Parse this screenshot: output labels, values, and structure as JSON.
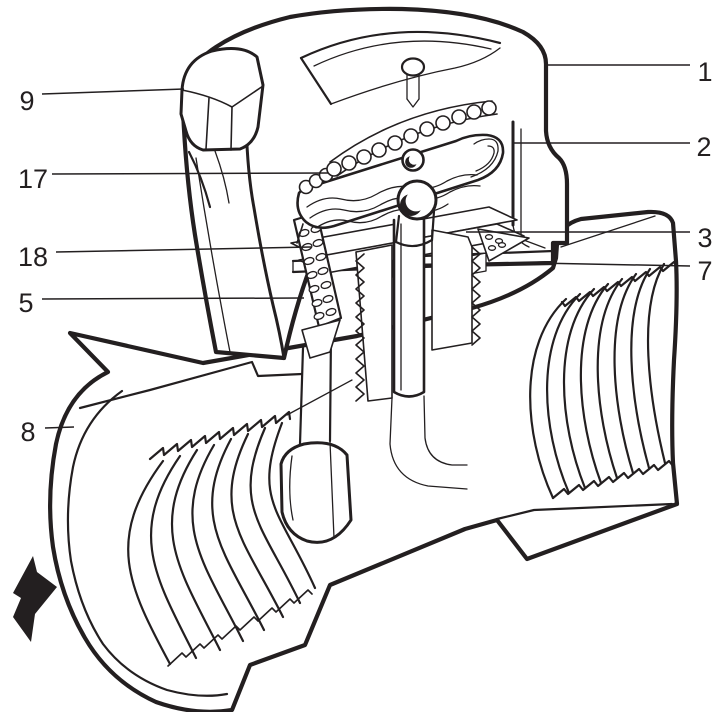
{
  "figure": {
    "background": "#ffffff",
    "line_color": "#231f20"
  },
  "icons": {
    "flow_arrow": "flow-direction-arrow"
  },
  "callouts": {
    "left": [
      {
        "id": "9"
      },
      {
        "id": "17"
      },
      {
        "id": "18"
      },
      {
        "id": "5"
      },
      {
        "id": "8"
      }
    ],
    "right": [
      {
        "id": "1"
      },
      {
        "id": "2"
      },
      {
        "id": "3"
      },
      {
        "id": "7"
      }
    ]
  }
}
